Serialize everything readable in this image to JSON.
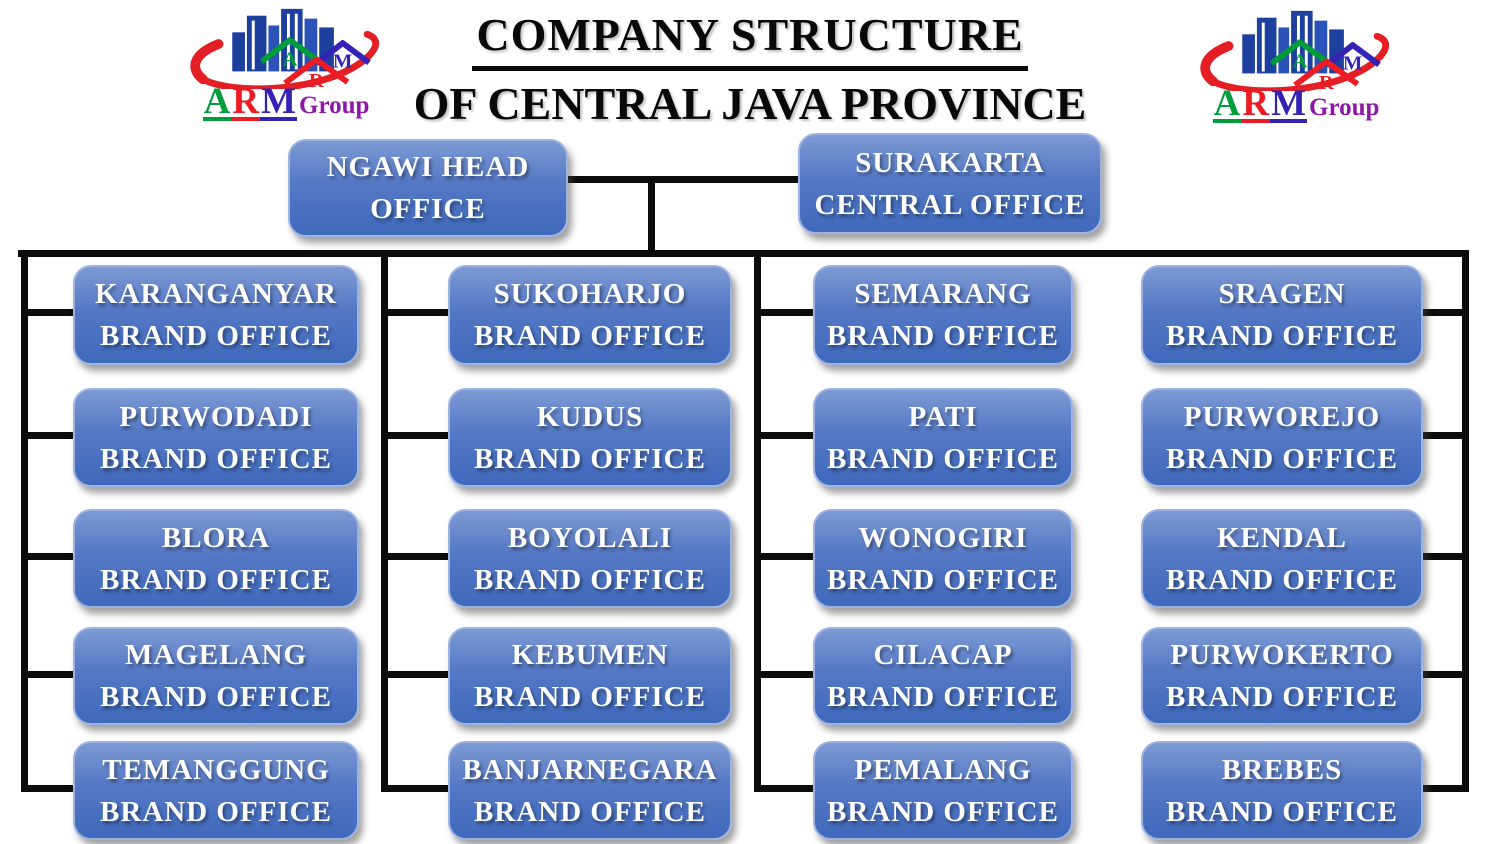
{
  "title": {
    "line1": "COMPANY STRUCTURE",
    "line2": "OF CENTRAL JAVA PROVINCE"
  },
  "logo": {
    "arm": [
      {
        "char": "A",
        "color": "#009b3a"
      },
      {
        "char": "R",
        "color": "#ed1c24"
      },
      {
        "char": "M",
        "color": "#3322b5"
      }
    ],
    "group_label": "Group",
    "group_color": "#8e17a9",
    "building_color": "#1d3f9e",
    "swoosh_color": "#e31e24"
  },
  "chart": {
    "top_offices": [
      {
        "line1": "NGAWI HEAD",
        "line2": "OFFICE"
      },
      {
        "line1": "SURAKARTA",
        "line2": "CENTRAL OFFICE"
      }
    ],
    "columns": [
      {
        "offices": [
          {
            "line1": "KARANGANYAR",
            "line2": "BRAND OFFICE"
          },
          {
            "line1": "PURWODADI",
            "line2": "BRAND OFFICE"
          },
          {
            "line1": "BLORA",
            "line2": "BRAND OFFICE"
          },
          {
            "line1": "MAGELANG",
            "line2": "BRAND OFFICE"
          },
          {
            "line1": "TEMANGGUNG",
            "line2": "BRAND OFFICE"
          }
        ]
      },
      {
        "offices": [
          {
            "line1": "SUKOHARJO",
            "line2": "BRAND OFFICE"
          },
          {
            "line1": "KUDUS",
            "line2": "BRAND OFFICE"
          },
          {
            "line1": "BOYOLALI",
            "line2": "BRAND OFFICE"
          },
          {
            "line1": "KEBUMEN",
            "line2": "BRAND OFFICE"
          },
          {
            "line1": "BANJARNEGARA",
            "line2": "BRAND OFFICE"
          }
        ]
      },
      {
        "offices": [
          {
            "line1": "SEMARANG",
            "line2": "BRAND OFFICE"
          },
          {
            "line1": "PATI",
            "line2": "BRAND OFFICE"
          },
          {
            "line1": "WONOGIRI",
            "line2": "BRAND OFFICE"
          },
          {
            "line1": "CILACAP",
            "line2": "BRAND OFFICE"
          },
          {
            "line1": "PEMALANG",
            "line2": "BRAND OFFICE"
          }
        ]
      },
      {
        "offices": [
          {
            "line1": "SRAGEN",
            "line2": "BRAND OFFICE"
          },
          {
            "line1": "PURWOREJO",
            "line2": "BRAND OFFICE"
          },
          {
            "line1": "KENDAL",
            "line2": "BRAND OFFICE"
          },
          {
            "line1": "PURWOKERTO",
            "line2": "BRAND OFFICE"
          },
          {
            "line1": "BREBES",
            "line2": "BRAND OFFICE"
          }
        ]
      }
    ]
  },
  "colors": {
    "box_gradient_top": "#7e9ad4",
    "box_gradient_bottom": "#3f69bc",
    "box_border": "#9db3e0",
    "box_text": "#ffffff",
    "connector": "#0c0c0c",
    "title_text": "#090909"
  }
}
